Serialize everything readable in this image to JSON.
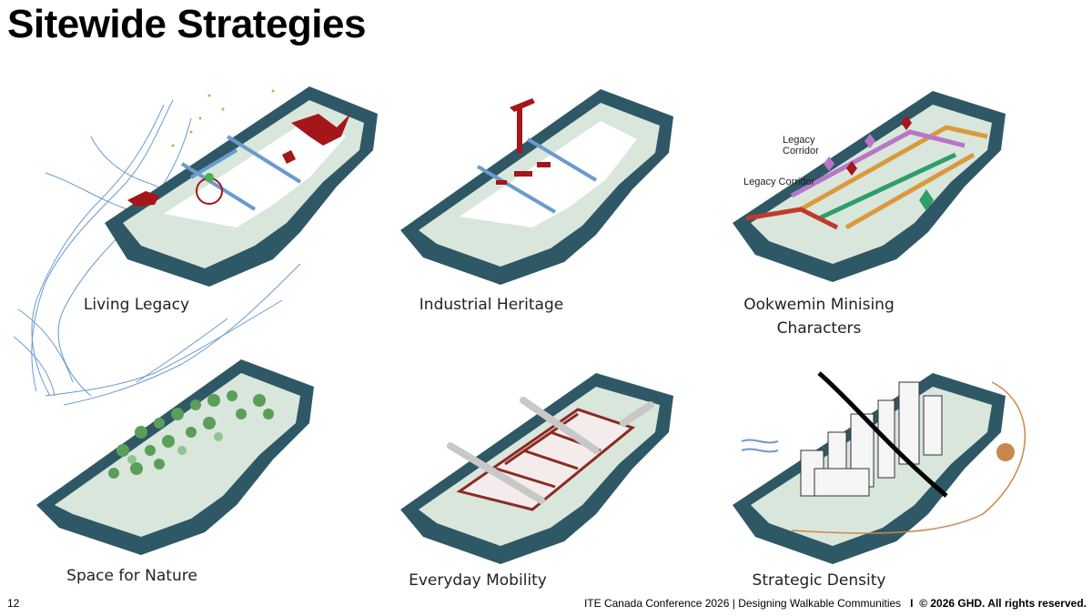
{
  "slide": {
    "title": "Sitewide Strategies",
    "page_number": "12",
    "footer_text": "ITE Canada Conference 2026 | Designing Walkable Communities",
    "footer_sep": "I",
    "footer_copyright": "© 2026 GHD. All rights reserved."
  },
  "strategies": [
    {
      "label": "Living Legacy"
    },
    {
      "label": "Industrial Heritage"
    },
    {
      "label_line1": "Ookwemin Minising",
      "label_line2": "Characters",
      "annotations": [
        "Legacy",
        "Corridor",
        "Legacy Corridor"
      ]
    },
    {
      "label": "Space for Nature"
    },
    {
      "label": "Everyday Mobility"
    },
    {
      "label": "Strategic Density"
    }
  ],
  "colors": {
    "water": "#2f5866",
    "land": "#d9e6dc",
    "heritage_red": "#a4161a",
    "arrow_blue": "#6a9bcf",
    "corridor_orange": "#d89a3c",
    "corridor_purple": "#b776c8",
    "corridor_green": "#2e9e6a",
    "street_red": "#8b2a22",
    "sun": "#c9884a"
  }
}
